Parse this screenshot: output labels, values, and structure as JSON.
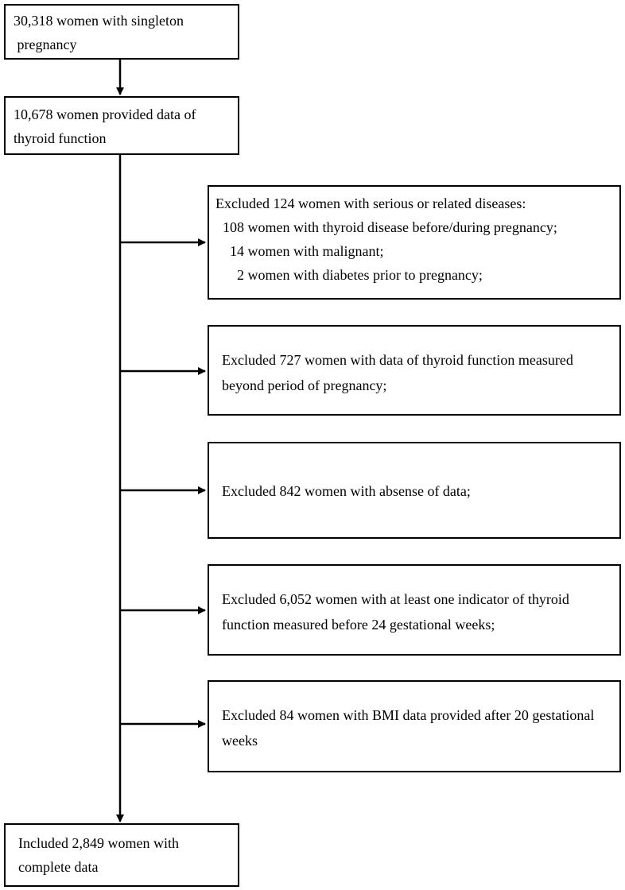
{
  "flowchart": {
    "start": {
      "lines": [
        "30,318 women with singleton",
        " pregnancy"
      ]
    },
    "provided": {
      "lines": [
        "10,678 women provided data of",
        "thyroid function"
      ]
    },
    "exclusions": [
      {
        "lines": [
          "Excluded 124 women with serious or related diseases:",
          "  108 women with thyroid disease before/during pregnancy;",
          "    14 women with malignant;",
          "      2 women with diabetes prior to pregnancy;"
        ]
      },
      {
        "lines": [
          "Excluded 727 women with data of thyroid function measured",
          "beyond period of pregnancy;"
        ]
      },
      {
        "lines": [
          "Excluded 842 women with absense of data;"
        ]
      },
      {
        "lines": [
          "Excluded 6,052 women with at least one indicator of thyroid",
          "function measured before 24 gestational weeks;"
        ]
      },
      {
        "lines": [
          "Excluded 84 women with BMI data provided after 20 gestational",
          "weeks"
        ]
      }
    ],
    "included": {
      "lines": [
        "Included 2,849 women with",
        "complete data"
      ]
    }
  }
}
